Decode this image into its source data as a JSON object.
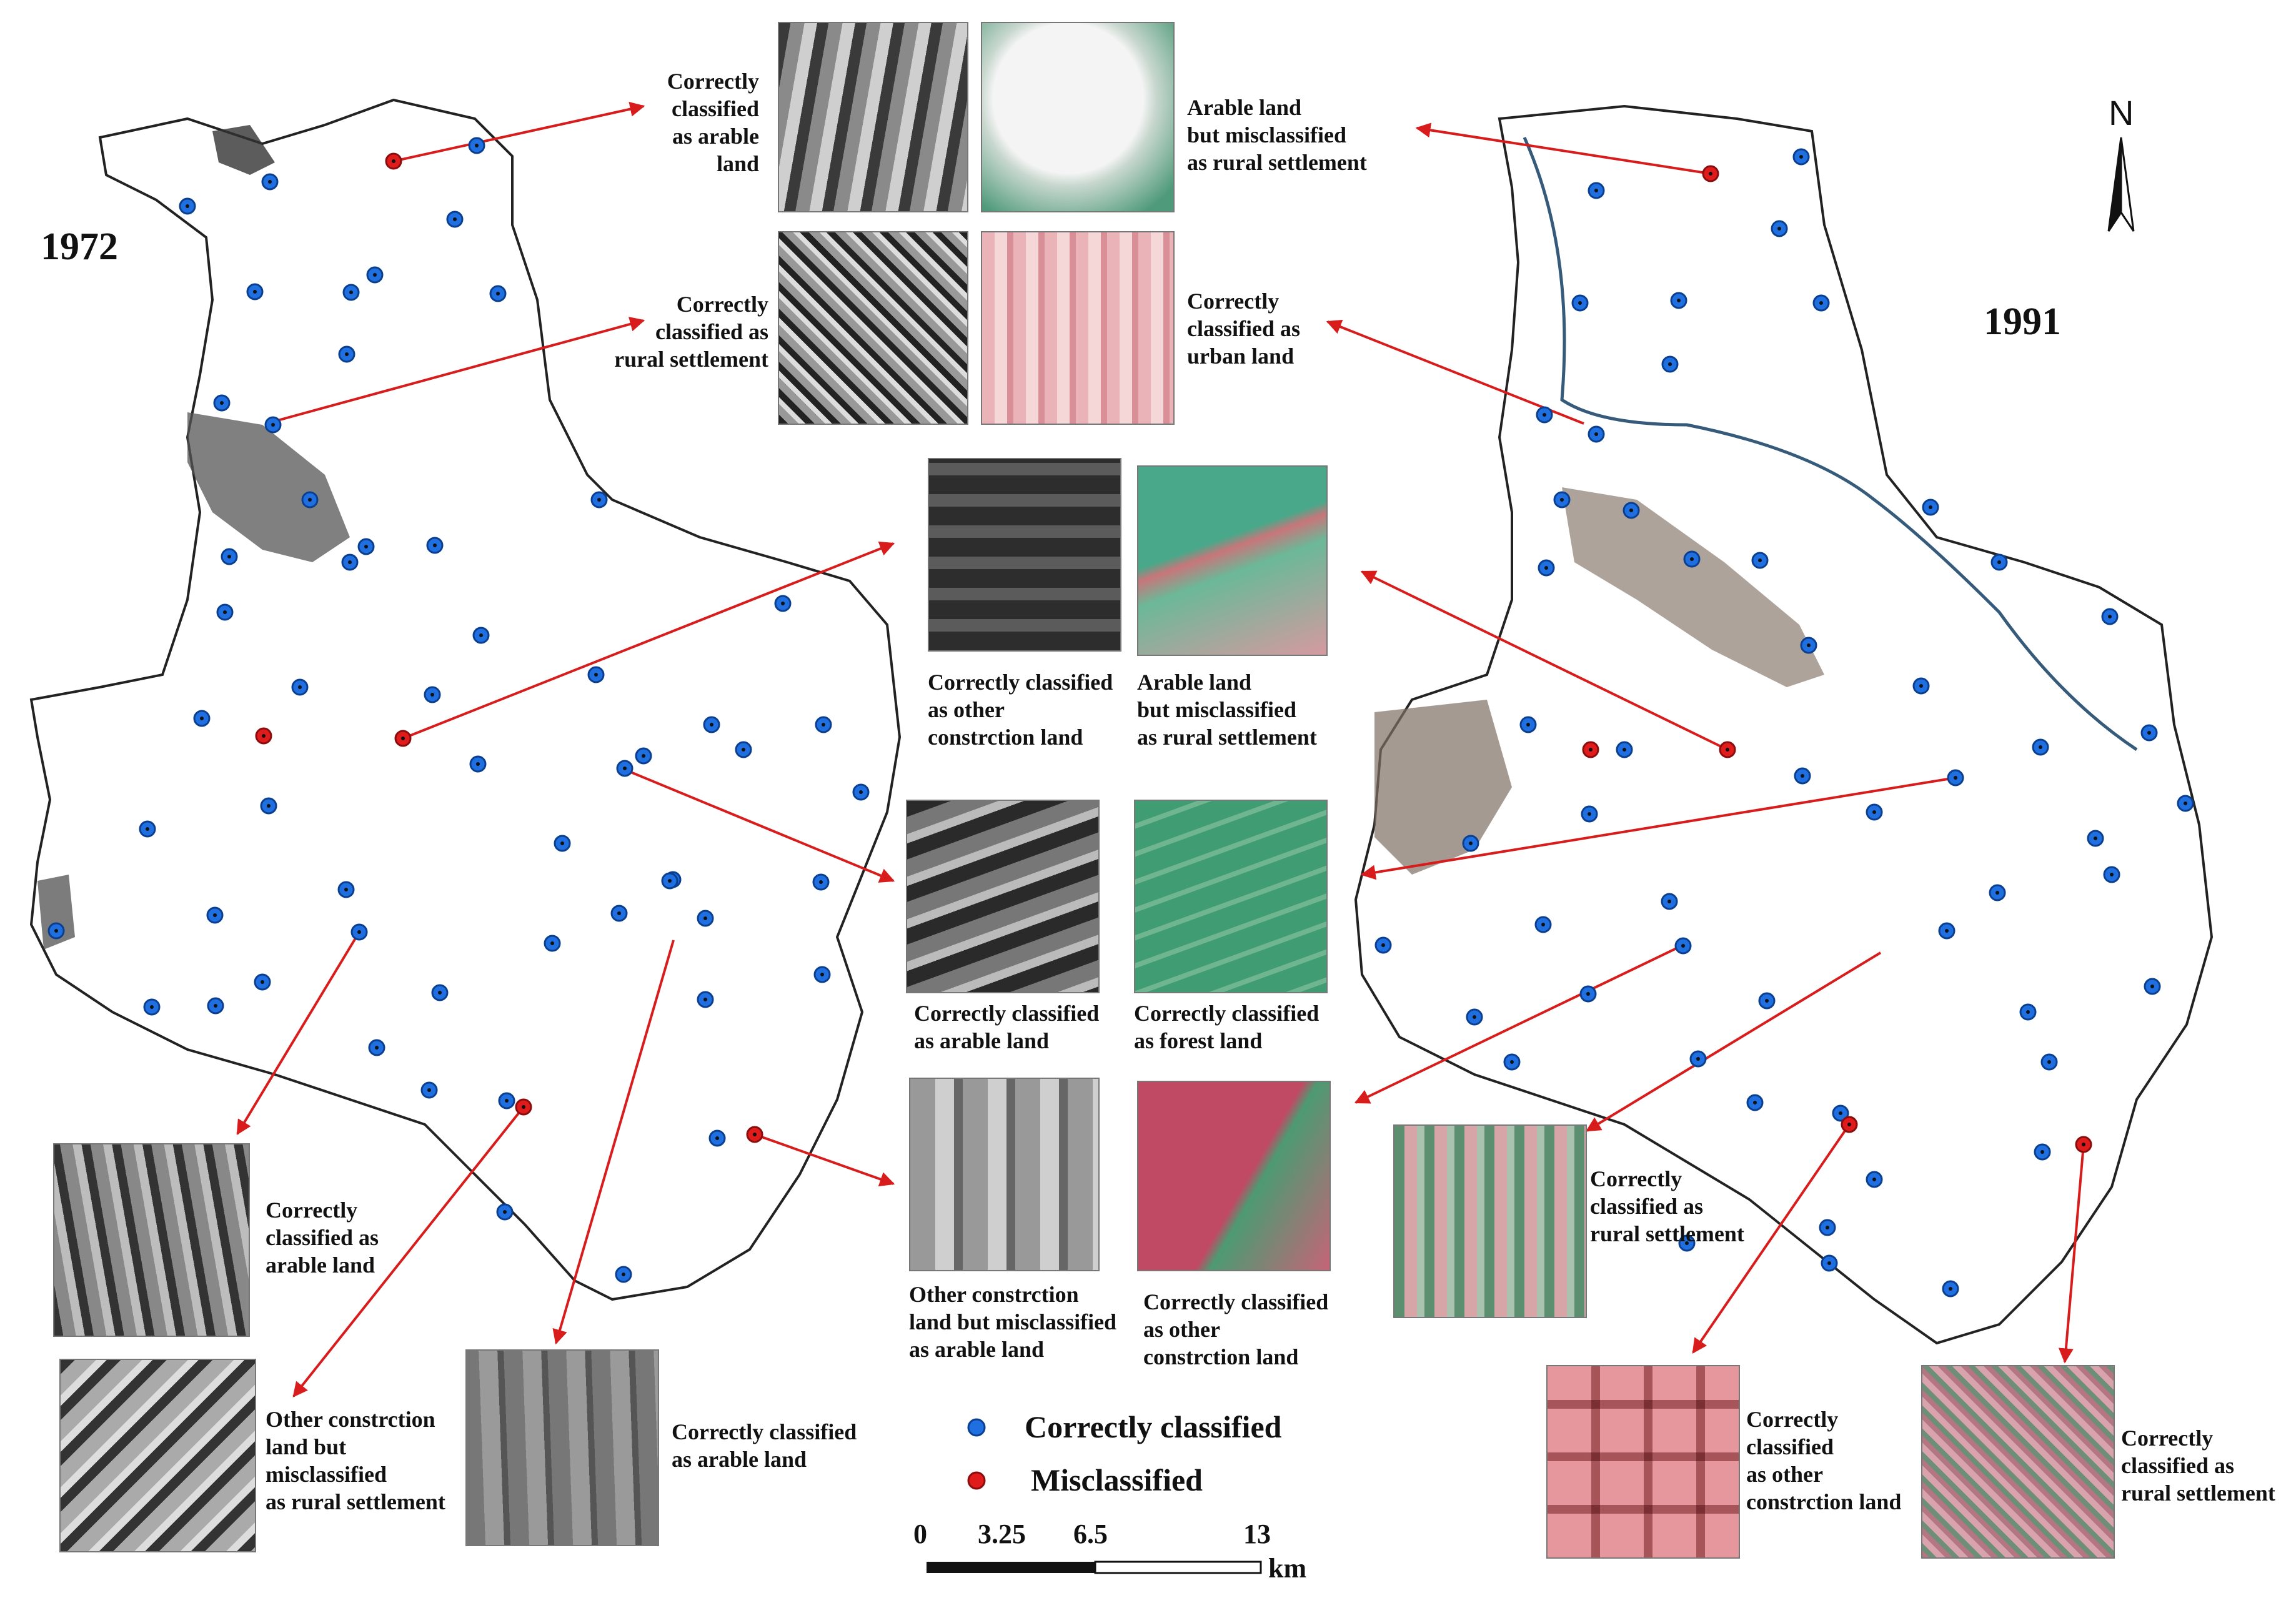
{
  "years": {
    "left": "1972",
    "right": "1991"
  },
  "north_label": "N",
  "legend": {
    "correct": {
      "label": "Correctly classified",
      "color": "#1f6fe0"
    },
    "mis": {
      "label": "Misclassified",
      "color": "#e01b1b"
    }
  },
  "scale_bar": {
    "ticks": [
      "0",
      "3.25",
      "6.5",
      "13"
    ],
    "unit": "km"
  },
  "annotations": [
    {
      "id": "a1",
      "lines": [
        "Correctly",
        "classified",
        "as arable",
        "land"
      ],
      "align": "right"
    },
    {
      "id": "a2",
      "lines": [
        "Arable land",
        "but misclassified",
        "as rural settlement"
      ],
      "align": "left"
    },
    {
      "id": "a3",
      "lines": [
        "Correctly",
        "classified as",
        "rural settlement"
      ],
      "align": "right"
    },
    {
      "id": "a4",
      "lines": [
        "Correctly",
        "classified as",
        "urban land"
      ],
      "align": "left"
    },
    {
      "id": "a5",
      "lines": [
        "Correctly classified",
        "as other",
        "constrction land"
      ],
      "align": "left"
    },
    {
      "id": "a6",
      "lines": [
        "Arable land",
        "but misclassified",
        "as rural settlement"
      ],
      "align": "left"
    },
    {
      "id": "a7",
      "lines": [
        "Correctly classified",
        "as arable land"
      ],
      "align": "left"
    },
    {
      "id": "a8",
      "lines": [
        "Correctly classified",
        "as forest land"
      ],
      "align": "left"
    },
    {
      "id": "a9",
      "lines": [
        "Other constrction",
        "land but misclassified",
        "as arable land"
      ],
      "align": "left"
    },
    {
      "id": "a10",
      "lines": [
        "Correctly classified",
        "as other",
        "constrction land"
      ],
      "align": "left"
    },
    {
      "id": "a11",
      "lines": [
        "Correctly",
        "classified as",
        "arable land"
      ],
      "align": "left"
    },
    {
      "id": "a12",
      "lines": [
        "Other constrction",
        "land but",
        "misclassified",
        "as rural settlement"
      ],
      "align": "left"
    },
    {
      "id": "a13",
      "lines": [
        "Correctly classified",
        "as arable land"
      ],
      "align": "left"
    },
    {
      "id": "a14",
      "lines": [
        "Correctly",
        "classified as",
        "rural settlement"
      ],
      "align": "left"
    },
    {
      "id": "a15",
      "lines": [
        "Correctly",
        "classified",
        "as other",
        "constrction land"
      ],
      "align": "left"
    },
    {
      "id": "a16",
      "lines": [
        "Correctly",
        "classified as",
        "rural settlement"
      ],
      "align": "left"
    }
  ],
  "sample_points": {
    "map_1972": {
      "correct_count": 56,
      "misclassified_count": 5
    },
    "map_1991": {
      "correct_count": 53,
      "misclassified_count": 5
    }
  }
}
